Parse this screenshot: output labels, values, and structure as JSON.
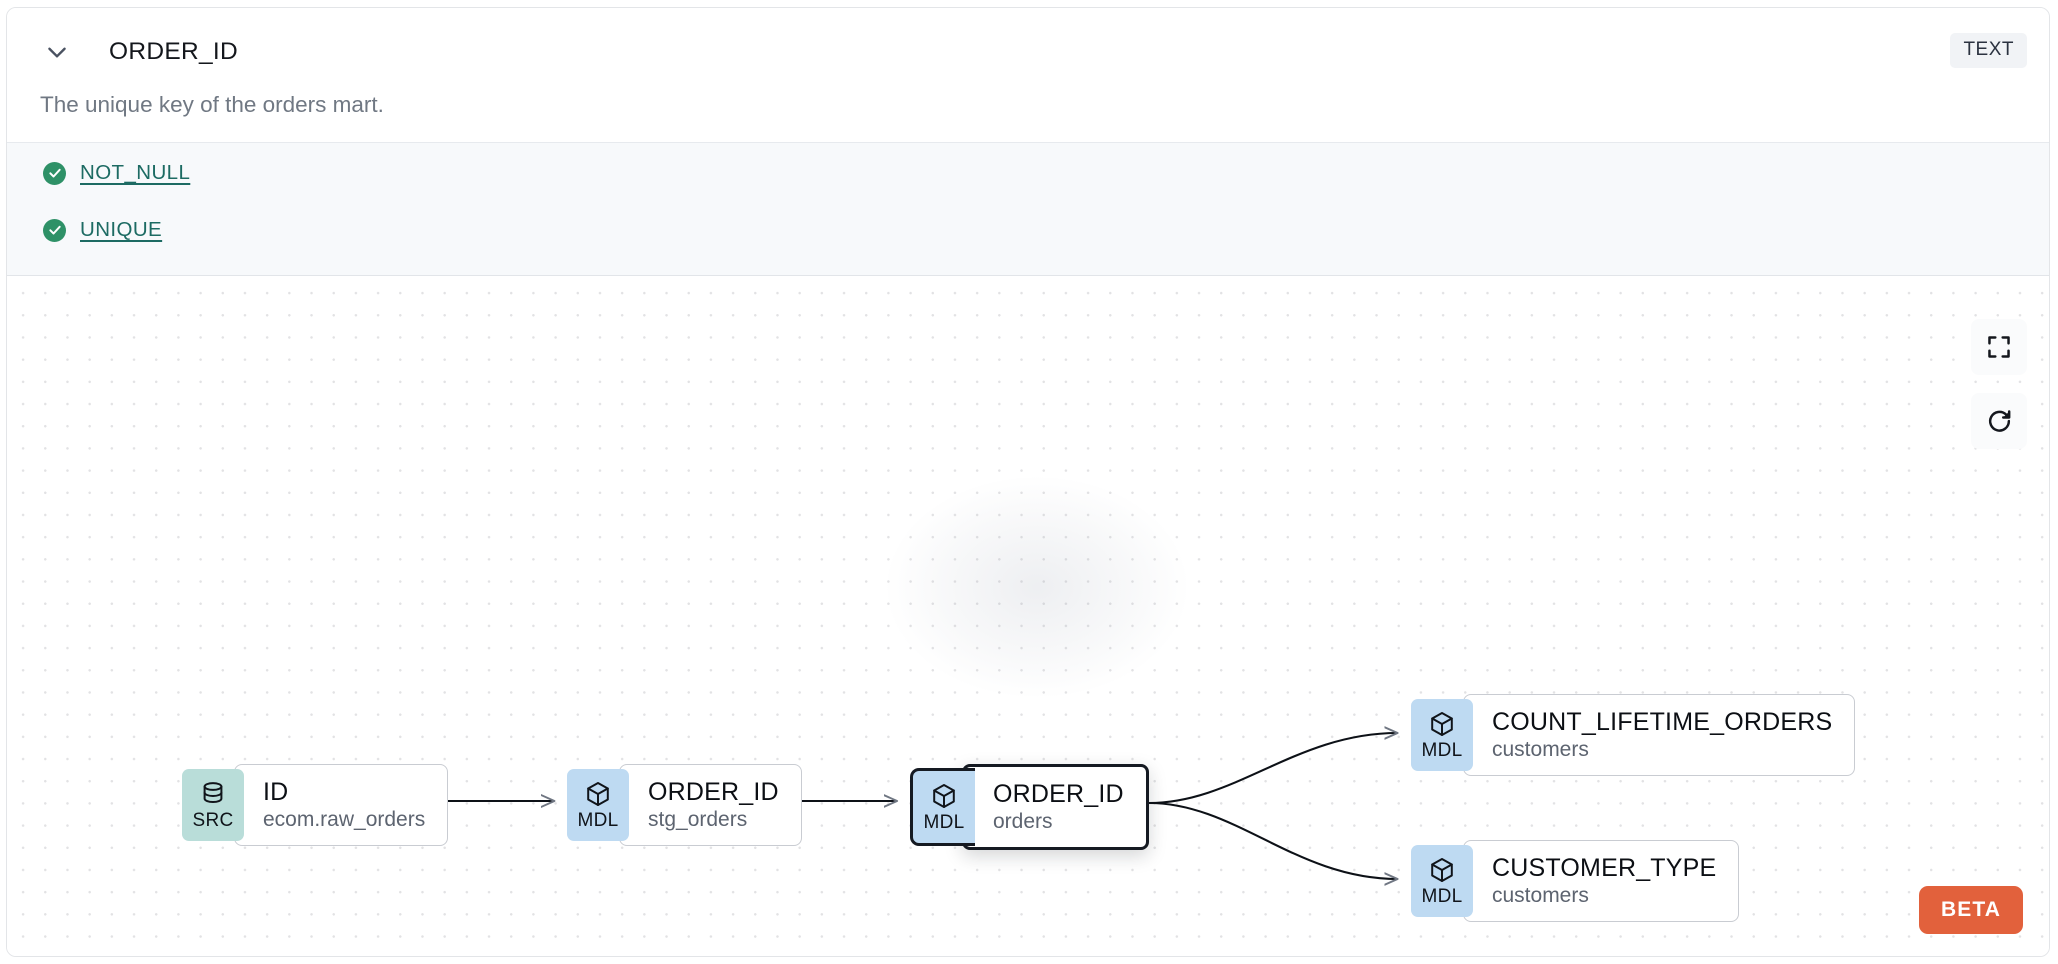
{
  "header": {
    "collapse_icon": "chevron-down-icon",
    "column_name": "ORDER_ID",
    "data_type_badge": "TEXT",
    "description": "The unique key of the orders mart."
  },
  "tests": {
    "items": [
      {
        "status_icon": "check-circle-icon",
        "label": "NOT_NULL",
        "status": "passed"
      },
      {
        "status_icon": "check-circle-icon",
        "label": "UNIQUE",
        "status": "passed"
      }
    ]
  },
  "lineage": {
    "nodes": [
      {
        "id": "src-id",
        "badge": "SRC",
        "badge_icon": "database-icon",
        "name": "ID",
        "model": "ecom.raw_orders",
        "selected": false
      },
      {
        "id": "stg-order-id",
        "badge": "MDL",
        "badge_icon": "cube-icon",
        "name": "ORDER_ID",
        "model": "stg_orders",
        "selected": false
      },
      {
        "id": "orders-order-id",
        "badge": "MDL",
        "badge_icon": "cube-icon",
        "name": "ORDER_ID",
        "model": "orders",
        "selected": true
      },
      {
        "id": "count-lifetime",
        "badge": "MDL",
        "badge_icon": "cube-icon",
        "name": "COUNT_LIFETIME_ORDERS",
        "model": "customers",
        "selected": false
      },
      {
        "id": "customer-type",
        "badge": "MDL",
        "badge_icon": "cube-icon",
        "name": "CUSTOMER_TYPE",
        "model": "customers",
        "selected": false
      }
    ],
    "controls": [
      {
        "name": "fit-view-button",
        "icon": "fit-view-icon"
      },
      {
        "name": "reset-button",
        "icon": "refresh-icon"
      }
    ],
    "beta_label": "BETA"
  },
  "colors": {
    "src_badge": "#b9ddd9",
    "mdl_badge": "#bedaf2",
    "test_pass": "#2e9167",
    "test_link": "#1d6b63",
    "beta": "#e2613c",
    "type_badge_bg": "#f1f3f6"
  }
}
